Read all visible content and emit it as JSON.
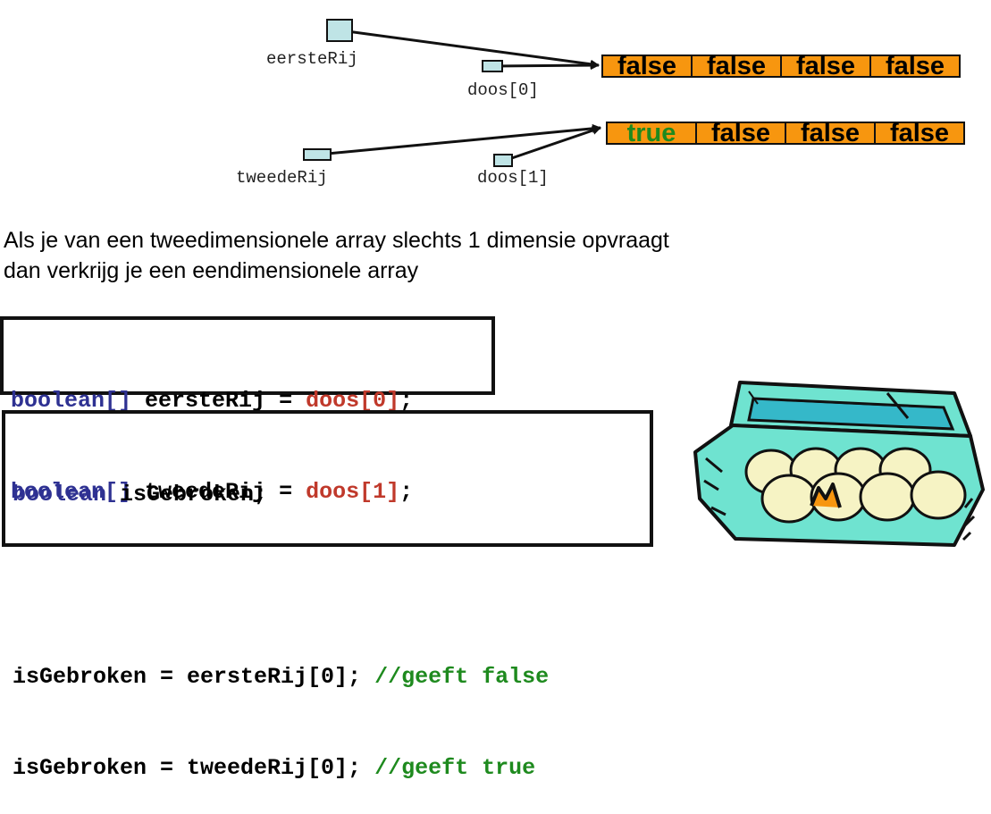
{
  "diagram": {
    "vars": {
      "eersteRij": "eersteRij",
      "doos0": "doos[0]",
      "tweedeRij": "tweedeRij",
      "doos1": "doos[1]"
    },
    "row0": [
      "false",
      "false",
      "false",
      "false"
    ],
    "row1": [
      "true",
      "false",
      "false",
      "false"
    ]
  },
  "description": {
    "line1": "Als je van een tweedimensionele array slechts 1 dimensie opvraagt",
    "line2": "dan verkrijg je een eendimensionele array"
  },
  "code1": {
    "l1": {
      "type": "boolean[]",
      "name": " eersteRij",
      "eq": " = ",
      "value": "doos[0]",
      "semi": ";"
    },
    "l2": {
      "type": "boolean[]",
      "name": " tweedeRij",
      "eq": " = ",
      "value": "doos[1]",
      "semi": ";"
    }
  },
  "code2": {
    "decl": {
      "type": "boolean",
      "rest": " isGebroken;"
    },
    "l1": {
      "stmt": "isGebroken = eersteRij[0]; ",
      "comment": "//geeft false"
    },
    "l2": {
      "stmt": "isGebroken = tweedeRij[0]; ",
      "comment": "//geeft true"
    }
  },
  "colors": {
    "array_fill": "#f7960f",
    "ref_box": "#bfe4e6",
    "keyword": "#2e3192",
    "literal": "#c0392b",
    "comment": "#1e8a1e"
  },
  "icons": [
    "egg-carton-illustration"
  ]
}
